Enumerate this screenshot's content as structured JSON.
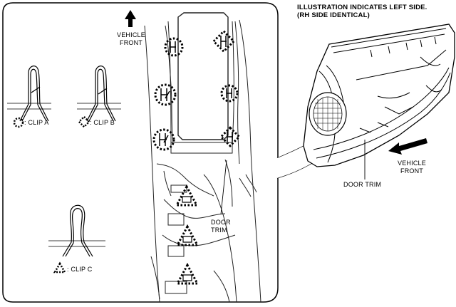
{
  "header": {
    "line1": "ILLUSTRATION INDICATES LEFT SIDE.",
    "line2": "(RH SIDE IDENTICAL)"
  },
  "inset": {
    "front_label_line1": "VEHICLE",
    "front_label_line2": "FRONT",
    "door_trim_line1": "DOOR",
    "door_trim_line2": "TRIM"
  },
  "legend": {
    "clip_a": ": CLIP A",
    "clip_b": ": CLIP B",
    "clip_c": ": CLIP C"
  },
  "overview": {
    "front_label_line1": "VEHICLE",
    "front_label_line2": "FRONT",
    "door_trim": "DOOR TRIM"
  }
}
